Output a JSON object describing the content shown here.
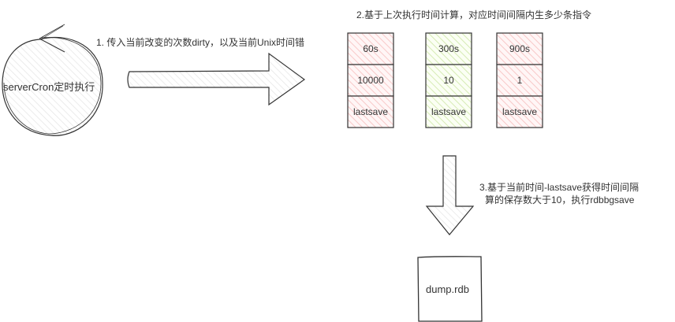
{
  "diagram": {
    "start_node": {
      "label": "serverCron定时执行"
    },
    "step1": {
      "label": "1. 传入当前改变的次数dirty，以及当前Unix时间错"
    },
    "step2": {
      "label": "2.基于上次执行时间计算，对应时间间隔内生多少条指令"
    },
    "step3": {
      "line1": "3.基于当前时间-lastsave获得时间间隔",
      "line2": "算的保存数大于10，执行rdbbgsave"
    },
    "save_rules": [
      {
        "seconds": "60s",
        "changes": "10000",
        "lastsave": "lastsave",
        "color": "#f8cecc",
        "matched": false
      },
      {
        "seconds": "300s",
        "changes": "10",
        "lastsave": "lastsave",
        "color": "#d5e8b4",
        "matched": true
      },
      {
        "seconds": "900s",
        "changes": "1",
        "lastsave": "lastsave",
        "color": "#f8cecc",
        "matched": false
      }
    ],
    "output_node": {
      "label": "dump.rdb"
    },
    "colors": {
      "stroke": "#333333",
      "red_hatch": "#f8cecc",
      "green_hatch": "#cde6a8"
    }
  }
}
